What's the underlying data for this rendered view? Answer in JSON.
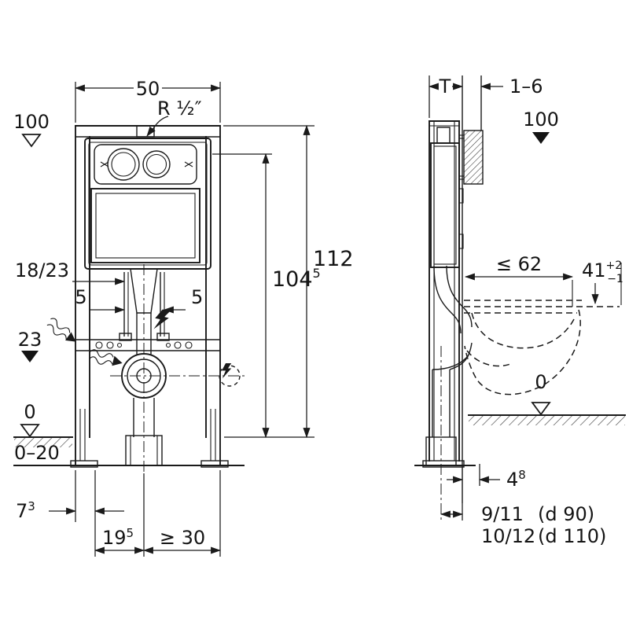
{
  "front_view": {
    "width": "50",
    "water_connection": "R ½″",
    "level_100": "100",
    "height_total": "112",
    "height_actuator": "104",
    "height_actuator_sup": "5",
    "fixing_18_23": "18/23",
    "offset_left_5": "5",
    "offset_right_5": "5",
    "level_23": "23",
    "level_0": "0",
    "floor_buildup": "0–20",
    "dim_7": "7",
    "dim_7_sup": "3",
    "dim_19": "19",
    "dim_19_sup": "5",
    "dim_min_30": "≥ 30"
  },
  "side_view": {
    "wall_T": "T",
    "finish_1_6": "1–6",
    "level_100": "100",
    "depth_max_62": "≤ 62",
    "bowl_height": "41",
    "bowl_height_tol_plus": "+2",
    "bowl_height_tol_minus": "−1",
    "level_0": "0",
    "dim_4": "4",
    "dim_4_sup": "8",
    "outlet_small": "9/11",
    "outlet_small_d": "(d 90)",
    "outlet_large": "10/12",
    "outlet_large_d": "(d 110)"
  }
}
